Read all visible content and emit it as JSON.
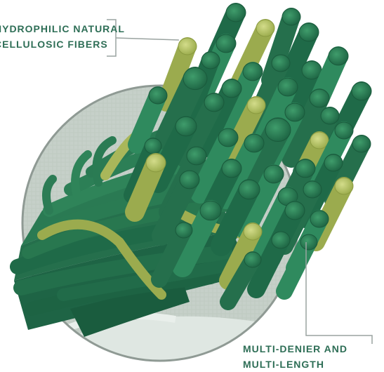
{
  "labels": {
    "top_line1": "HYDROPHILIC NATURAL",
    "top_line2": "CELLULOSIC FIBERS",
    "bottom_line1": "MULTI-DENIER AND",
    "bottom_line2": "MULTI-LENGTH"
  },
  "colors": {
    "label_text": "#2e6e56",
    "callout_line": "#9aa3a0",
    "fiber_dark": "#1f6a48",
    "fiber_mid": "#2f8a5e",
    "fiber_light": "#3fa06e",
    "fiber_yellow": "#9bab4e",
    "fiber_yellow_light": "#c3cd78",
    "circle_ring": "#8f9a94",
    "circle_fill": "#c9d3cc"
  }
}
